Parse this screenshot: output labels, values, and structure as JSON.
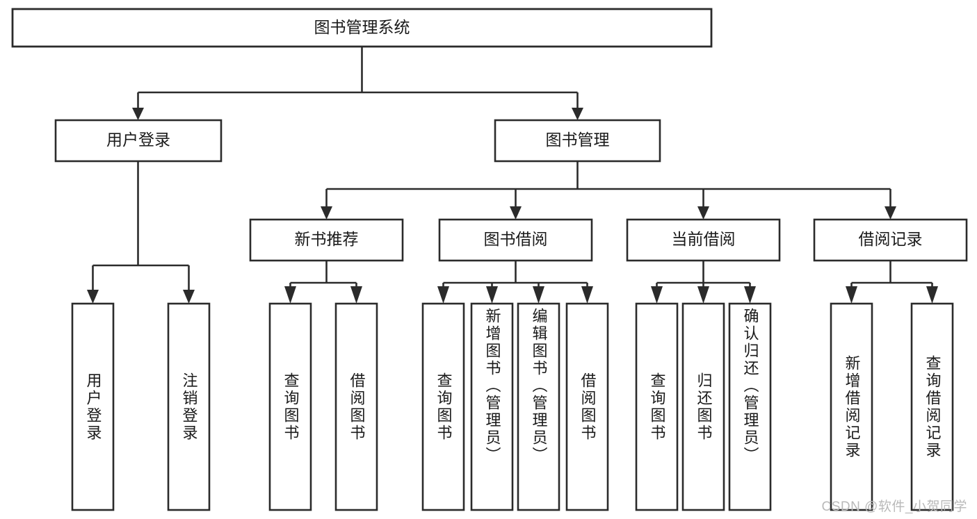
{
  "diagram": {
    "type": "tree-hierarchy",
    "title": "图书管理系统",
    "root": {
      "id": "root",
      "label": "图书管理系统",
      "orientation": "horizontal"
    },
    "level2": [
      {
        "id": "user-login",
        "label": "用户登录",
        "orientation": "horizontal"
      },
      {
        "id": "book-management",
        "label": "图书管理",
        "orientation": "horizontal"
      }
    ],
    "level3": [
      {
        "id": "new-book-recommend",
        "label": "新书推荐",
        "orientation": "horizontal",
        "parent": "book-management"
      },
      {
        "id": "book-borrow",
        "label": "图书借阅",
        "orientation": "horizontal",
        "parent": "book-management"
      },
      {
        "id": "current-borrow",
        "label": "当前借阅",
        "orientation": "horizontal",
        "parent": "book-management"
      },
      {
        "id": "borrow-record",
        "label": "借阅记录",
        "orientation": "horizontal",
        "parent": "book-management"
      }
    ],
    "leaves": [
      {
        "id": "leaf-user-login",
        "label": "用户登录",
        "parent": "user-login",
        "orientation": "vertical"
      },
      {
        "id": "leaf-user-logout",
        "label": "注销登录",
        "parent": "user-login",
        "orientation": "vertical"
      },
      {
        "id": "leaf-query-book-1",
        "label": "查询图书",
        "parent": "new-book-recommend",
        "orientation": "vertical"
      },
      {
        "id": "leaf-borrow-book-1",
        "label": "借阅图书",
        "parent": "new-book-recommend",
        "orientation": "vertical"
      },
      {
        "id": "leaf-query-book-2",
        "label": "查询图书",
        "parent": "book-borrow",
        "orientation": "vertical"
      },
      {
        "id": "leaf-add-book",
        "label": "新增图书（管理员）",
        "parent": "book-borrow",
        "orientation": "vertical"
      },
      {
        "id": "leaf-edit-book",
        "label": "编辑图书（管理员）",
        "parent": "book-borrow",
        "orientation": "vertical"
      },
      {
        "id": "leaf-borrow-book-2",
        "label": "借阅图书",
        "parent": "book-borrow",
        "orientation": "vertical"
      },
      {
        "id": "leaf-query-book-3",
        "label": "查询图书",
        "parent": "current-borrow",
        "orientation": "vertical"
      },
      {
        "id": "leaf-return-book",
        "label": "归还图书",
        "parent": "current-borrow",
        "orientation": "vertical"
      },
      {
        "id": "leaf-confirm-return",
        "label": "确认归还（管理员）",
        "parent": "current-borrow",
        "orientation": "vertical"
      },
      {
        "id": "leaf-add-record",
        "label": "新增借阅记录",
        "parent": "borrow-record",
        "orientation": "vertical"
      },
      {
        "id": "leaf-query-record",
        "label": "查询借阅记录",
        "parent": "borrow-record",
        "orientation": "vertical"
      }
    ],
    "colors": {
      "stroke": "#2b2b2b",
      "fill": "#ffffff",
      "text": "#1a1a1a",
      "watermark": "#b9b9b9"
    }
  },
  "watermark": {
    "text": "CSDN @软件_小贺同学"
  }
}
